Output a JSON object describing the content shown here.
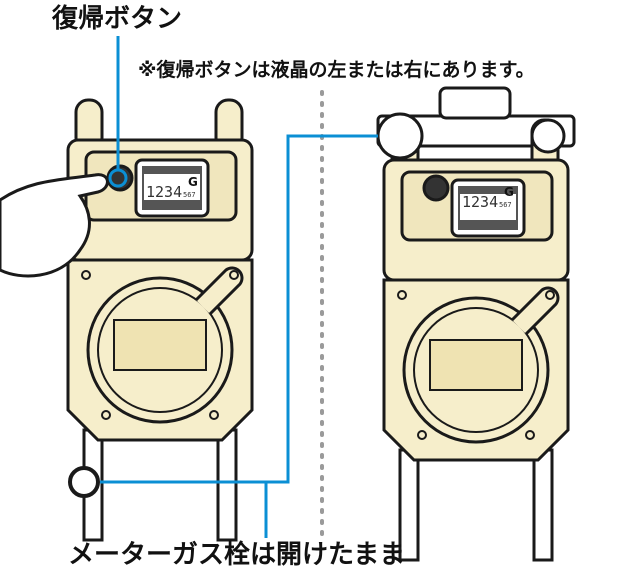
{
  "labels": {
    "reset_button": "復帰ボタン",
    "note": "※復帰ボタンは液晶の左または右にあります。",
    "valve": "メーターガス栓は開けたまま"
  },
  "lcd": {
    "digits": "1234",
    "small_digits": "567",
    "letter": "G"
  },
  "colors": {
    "body": "#f6eecb",
    "accent_line": "#0b8fd4",
    "outline": "#1a1a1a",
    "divider": "#9a9a9a"
  }
}
